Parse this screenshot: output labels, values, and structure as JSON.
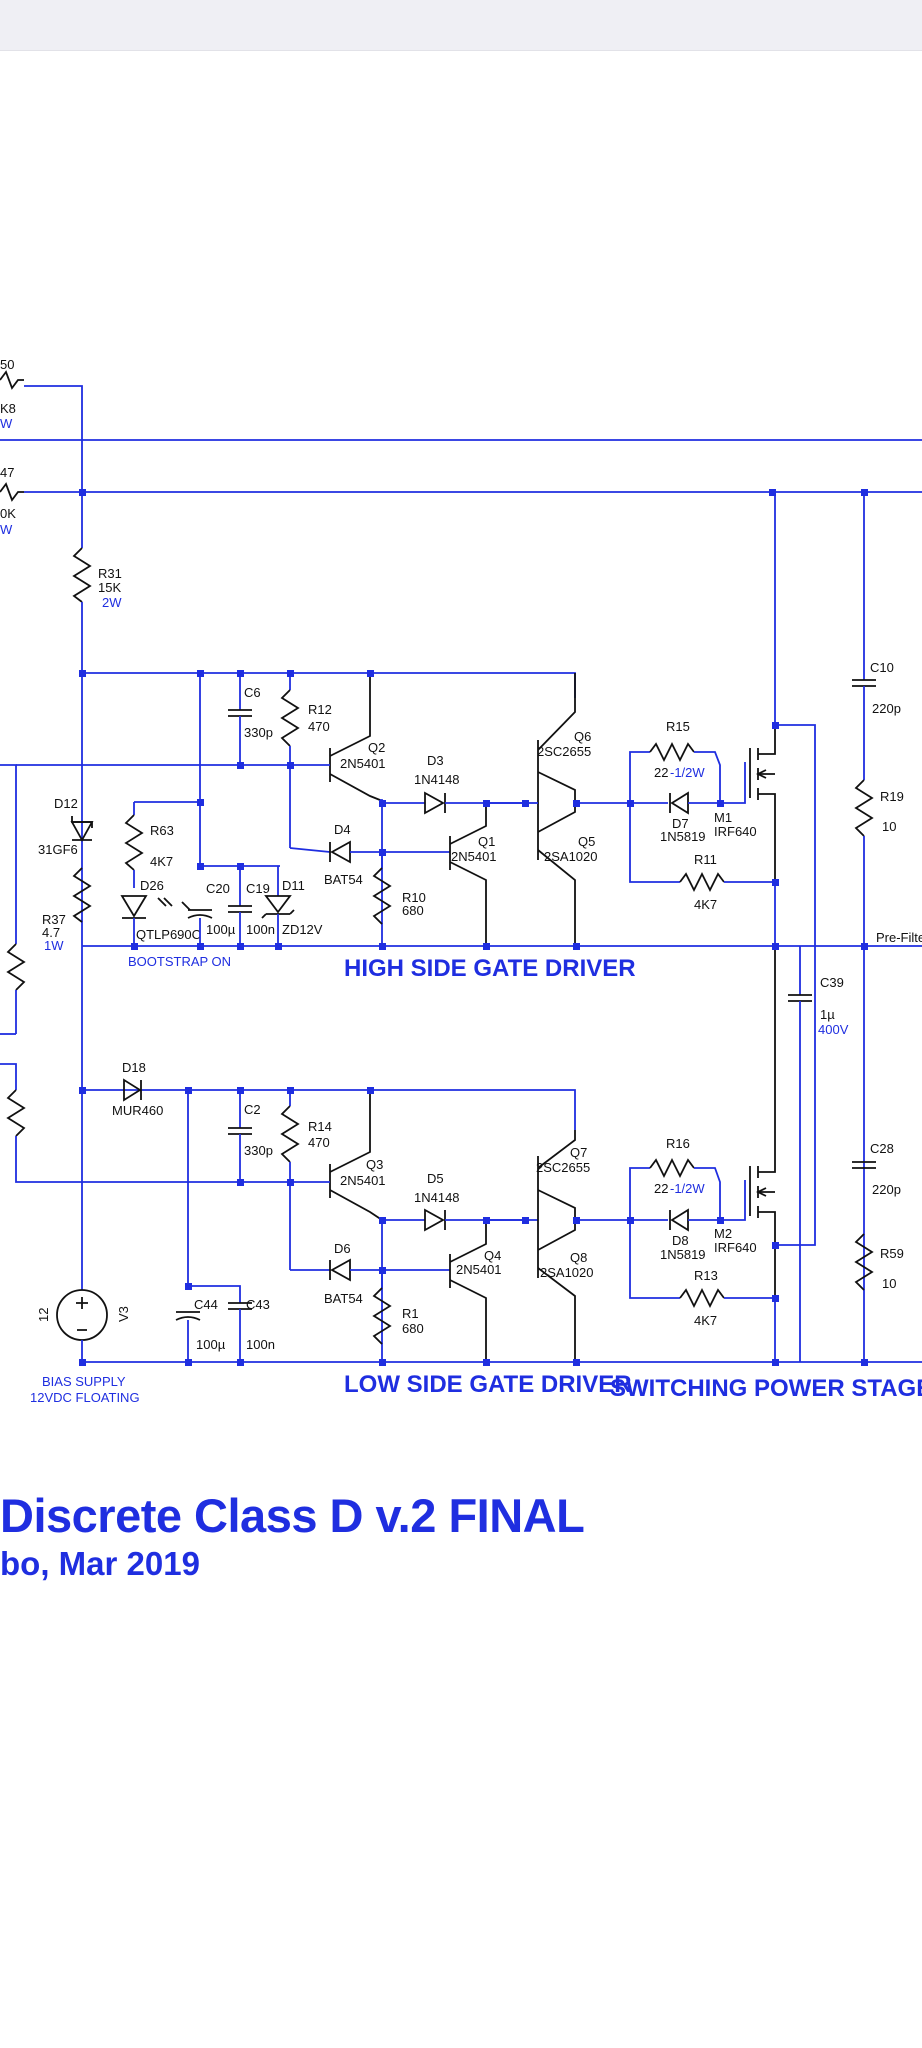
{
  "title": "Discrete Class D v.2 FINAL",
  "subtitle": "bo, Mar 2019",
  "section_labels": {
    "bootstrap": "BOOTSTRAP ON",
    "high_side": "HIGH SIDE GATE DRIVER",
    "low_side": "LOW SIDE GATE DRIVER",
    "power_stage": "SWITCHING POWER STAGE",
    "bias_line1": "BIAS SUPPLY",
    "bias_line2": "12VDC FLOATING",
    "prefilter": "Pre-Filte"
  },
  "edge_fragments": {
    "r_top_a": "50",
    "r_top_b": "K8",
    "r_top_c": "W",
    "r_mid_a": "47",
    "r_mid_b": "0K",
    "r_mid_c": "W"
  },
  "components": {
    "R31": {
      "ref": "R31",
      "value": "15K",
      "power": "2W"
    },
    "D12": {
      "ref": "D12",
      "value": "31GF6"
    },
    "R63": {
      "ref": "R63",
      "value": "4K7"
    },
    "D26": {
      "ref": "D26",
      "value": "QTLP690C"
    },
    "C20": {
      "ref": "C20",
      "value": "100µ"
    },
    "C19": {
      "ref": "C19",
      "value": "100n"
    },
    "D11": {
      "ref": "D11",
      "value": "ZD12V"
    },
    "R37": {
      "ref": "R37",
      "value": "4.7",
      "power": "1W"
    },
    "C6": {
      "ref": "C6",
      "value": "330p"
    },
    "R12": {
      "ref": "R12",
      "value": "470"
    },
    "Q2": {
      "ref": "Q2",
      "value": "2N5401"
    },
    "D3": {
      "ref": "D3",
      "value": "1N4148"
    },
    "D4": {
      "ref": "D4",
      "value": "BAT54"
    },
    "Q1": {
      "ref": "Q1",
      "value": "2N5401"
    },
    "R10": {
      "ref": "R10",
      "value": "680"
    },
    "Q6": {
      "ref": "Q6",
      "value": "2SC2655"
    },
    "Q5": {
      "ref": "Q5",
      "value": "2SA1020"
    },
    "R15": {
      "ref": "R15",
      "value": "22",
      "power": "-1/2W"
    },
    "D7": {
      "ref": "D7",
      "value": "1N5819"
    },
    "M1": {
      "ref": "M1",
      "value": "IRF640"
    },
    "R11": {
      "ref": "R11",
      "value": "4K7"
    },
    "C10": {
      "ref": "C10",
      "value": "220p"
    },
    "R19": {
      "ref": "R19",
      "value": "10"
    },
    "C39": {
      "ref": "C39",
      "value": "1µ",
      "voltage": "400V"
    },
    "D18": {
      "ref": "D18",
      "value": "MUR460"
    },
    "C2": {
      "ref": "C2",
      "value": "330p"
    },
    "R14": {
      "ref": "R14",
      "value": "470"
    },
    "Q3": {
      "ref": "Q3",
      "value": "2N5401"
    },
    "D5": {
      "ref": "D5",
      "value": "1N4148"
    },
    "D6": {
      "ref": "D6",
      "value": "BAT54"
    },
    "Q4": {
      "ref": "Q4",
      "value": "2N5401"
    },
    "R1": {
      "ref": "R1",
      "value": "680"
    },
    "Q7": {
      "ref": "Q7",
      "value": "2SC2655"
    },
    "Q8": {
      "ref": "Q8",
      "value": "2SA1020"
    },
    "R16": {
      "ref": "R16",
      "value": "22",
      "power": "-1/2W"
    },
    "D8": {
      "ref": "D8",
      "value": "1N5819"
    },
    "M2": {
      "ref": "M2",
      "value": "IRF640"
    },
    "R13": {
      "ref": "R13",
      "value": "4K7"
    },
    "C28": {
      "ref": "C28",
      "value": "220p"
    },
    "R59": {
      "ref": "R59",
      "value": "10"
    },
    "V3": {
      "ref": "V3",
      "value": "12"
    },
    "C44": {
      "ref": "C44",
      "value": "100µ"
    },
    "C43": {
      "ref": "C43",
      "value": "100n"
    }
  },
  "colors": {
    "wire": "#1f2ee0",
    "component": "#111111",
    "title": "#1f2ee0",
    "topbar": "#efeff4"
  }
}
